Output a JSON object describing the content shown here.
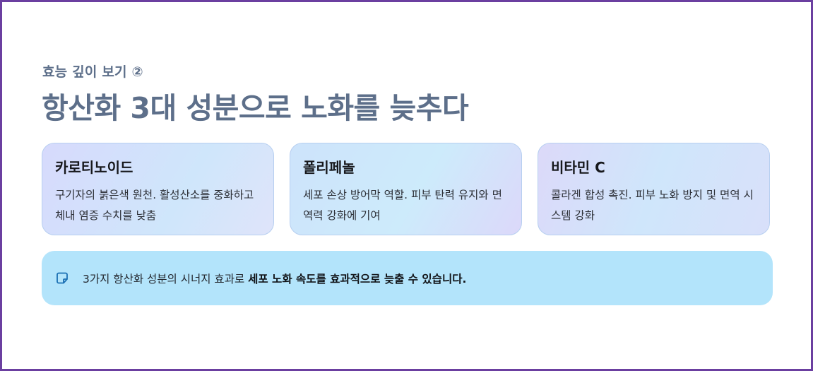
{
  "header": {
    "eyebrow": "효능 깊이 보기 ②",
    "title": "항산화 3대 성분으로 노화를 늦추다"
  },
  "cards": [
    {
      "title": "카로티노이드",
      "description": "구기자의 붉은색 원천. 활성산소를 중화하고 체내 염증 수치를 낮춤"
    },
    {
      "title": "폴리페놀",
      "description": "세포 손상 방어막 역할. 피부 탄력 유지와 면역력 강화에 기여"
    },
    {
      "title": "비타민 C",
      "description": "콜라겐 합성 촉진. 피부 노화 방지 및 면역 시스템 강화"
    }
  ],
  "banner": {
    "icon": "note-icon",
    "text_prefix": "3가지 항산화 성분의 시너지 효과로 ",
    "text_bold": "세포 노화 속도를 효과적으로 늦출 수 있습니다."
  },
  "colors": {
    "frame_border": "#6b3fa0",
    "title": "#5d6f8a",
    "banner_bg": "#b3e4fb",
    "icon": "#1a6fb3"
  }
}
